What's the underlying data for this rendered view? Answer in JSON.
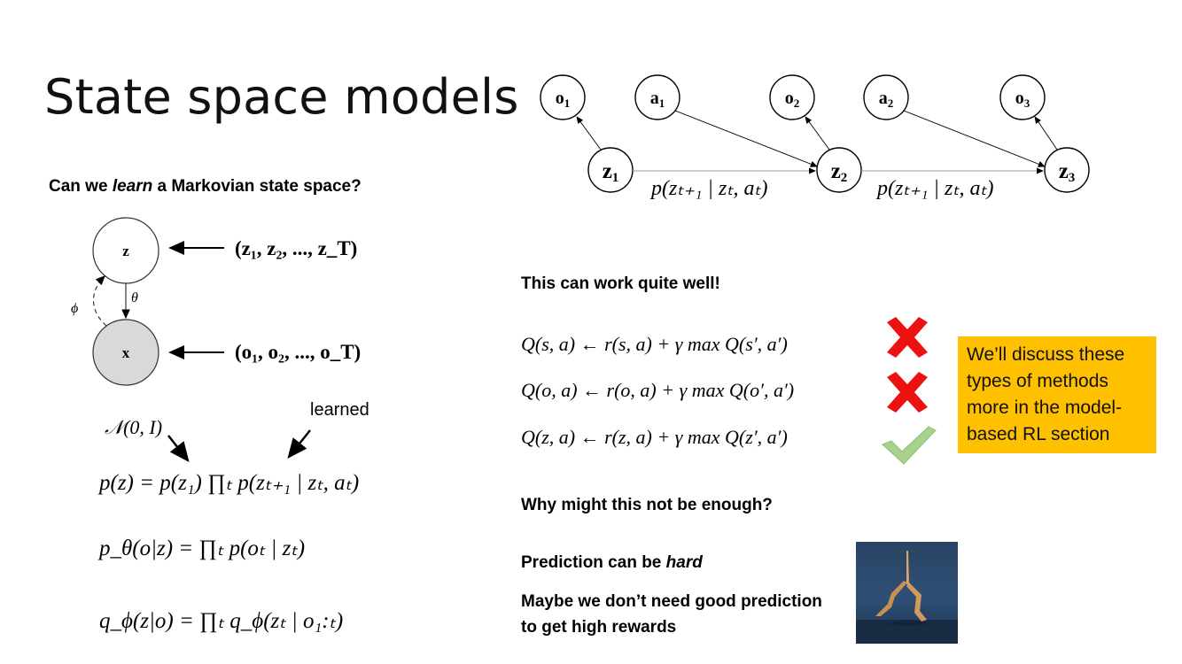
{
  "slide": {
    "title": "State space models",
    "question": {
      "before": "Can we ",
      "emph": "learn",
      "after": " a Markovian state space?"
    },
    "diagram_left": {
      "node_z": "z",
      "node_x": "x",
      "label_theta": "θ",
      "label_phi": "ϕ",
      "z_sequence": "(z₁, z₂, ..., z_T)",
      "o_sequence": "(o₁, o₂, ..., o_T)",
      "prior_label": "𝒩(0, I)",
      "learned_label": "learned"
    },
    "equations": {
      "pz": "p(z) = p(z₁) ∏ₜ p(zₜ₊₁ | zₜ, aₜ)",
      "ptheta": "p_θ(o|z) = ∏ₜ p(oₜ | zₜ)",
      "qphi": "q_ϕ(z|o) = ∏ₜ q_ϕ(zₜ | o₁:ₜ)"
    },
    "graph": {
      "obs": [
        "o1",
        "o2",
        "o3"
      ],
      "actions": [
        "a1",
        "a2"
      ],
      "states": [
        "z1",
        "z2",
        "z3"
      ],
      "transition_label": "p(zₜ₊₁ | zₜ, aₜ)"
    },
    "works_well": "This can work quite well!",
    "q_updates": [
      {
        "eq": "Q(s, a) ← r(s, a) + γ max Q(s′, a′)",
        "mark": "cross"
      },
      {
        "eq": "Q(o, a) ← r(o, a) + γ max Q(o′, a′)",
        "mark": "cross"
      },
      {
        "eq": "Q(z, a) ← r(z, a) + γ max Q(z′, a′)",
        "mark": "check"
      }
    ],
    "note": "We’ll discuss these types of methods more in the model-based RL section",
    "why_not": "Why might this not be enough?",
    "prediction_hard": {
      "before": "Prediction can be ",
      "emph": "hard"
    },
    "maybe": "Maybe we don’t need good prediction to get high rewards",
    "colors": {
      "note_bg": "#ffc000",
      "cross": "#ee1111",
      "check": "#a9d18e",
      "node_x_fill": "#d9d9d9"
    }
  }
}
